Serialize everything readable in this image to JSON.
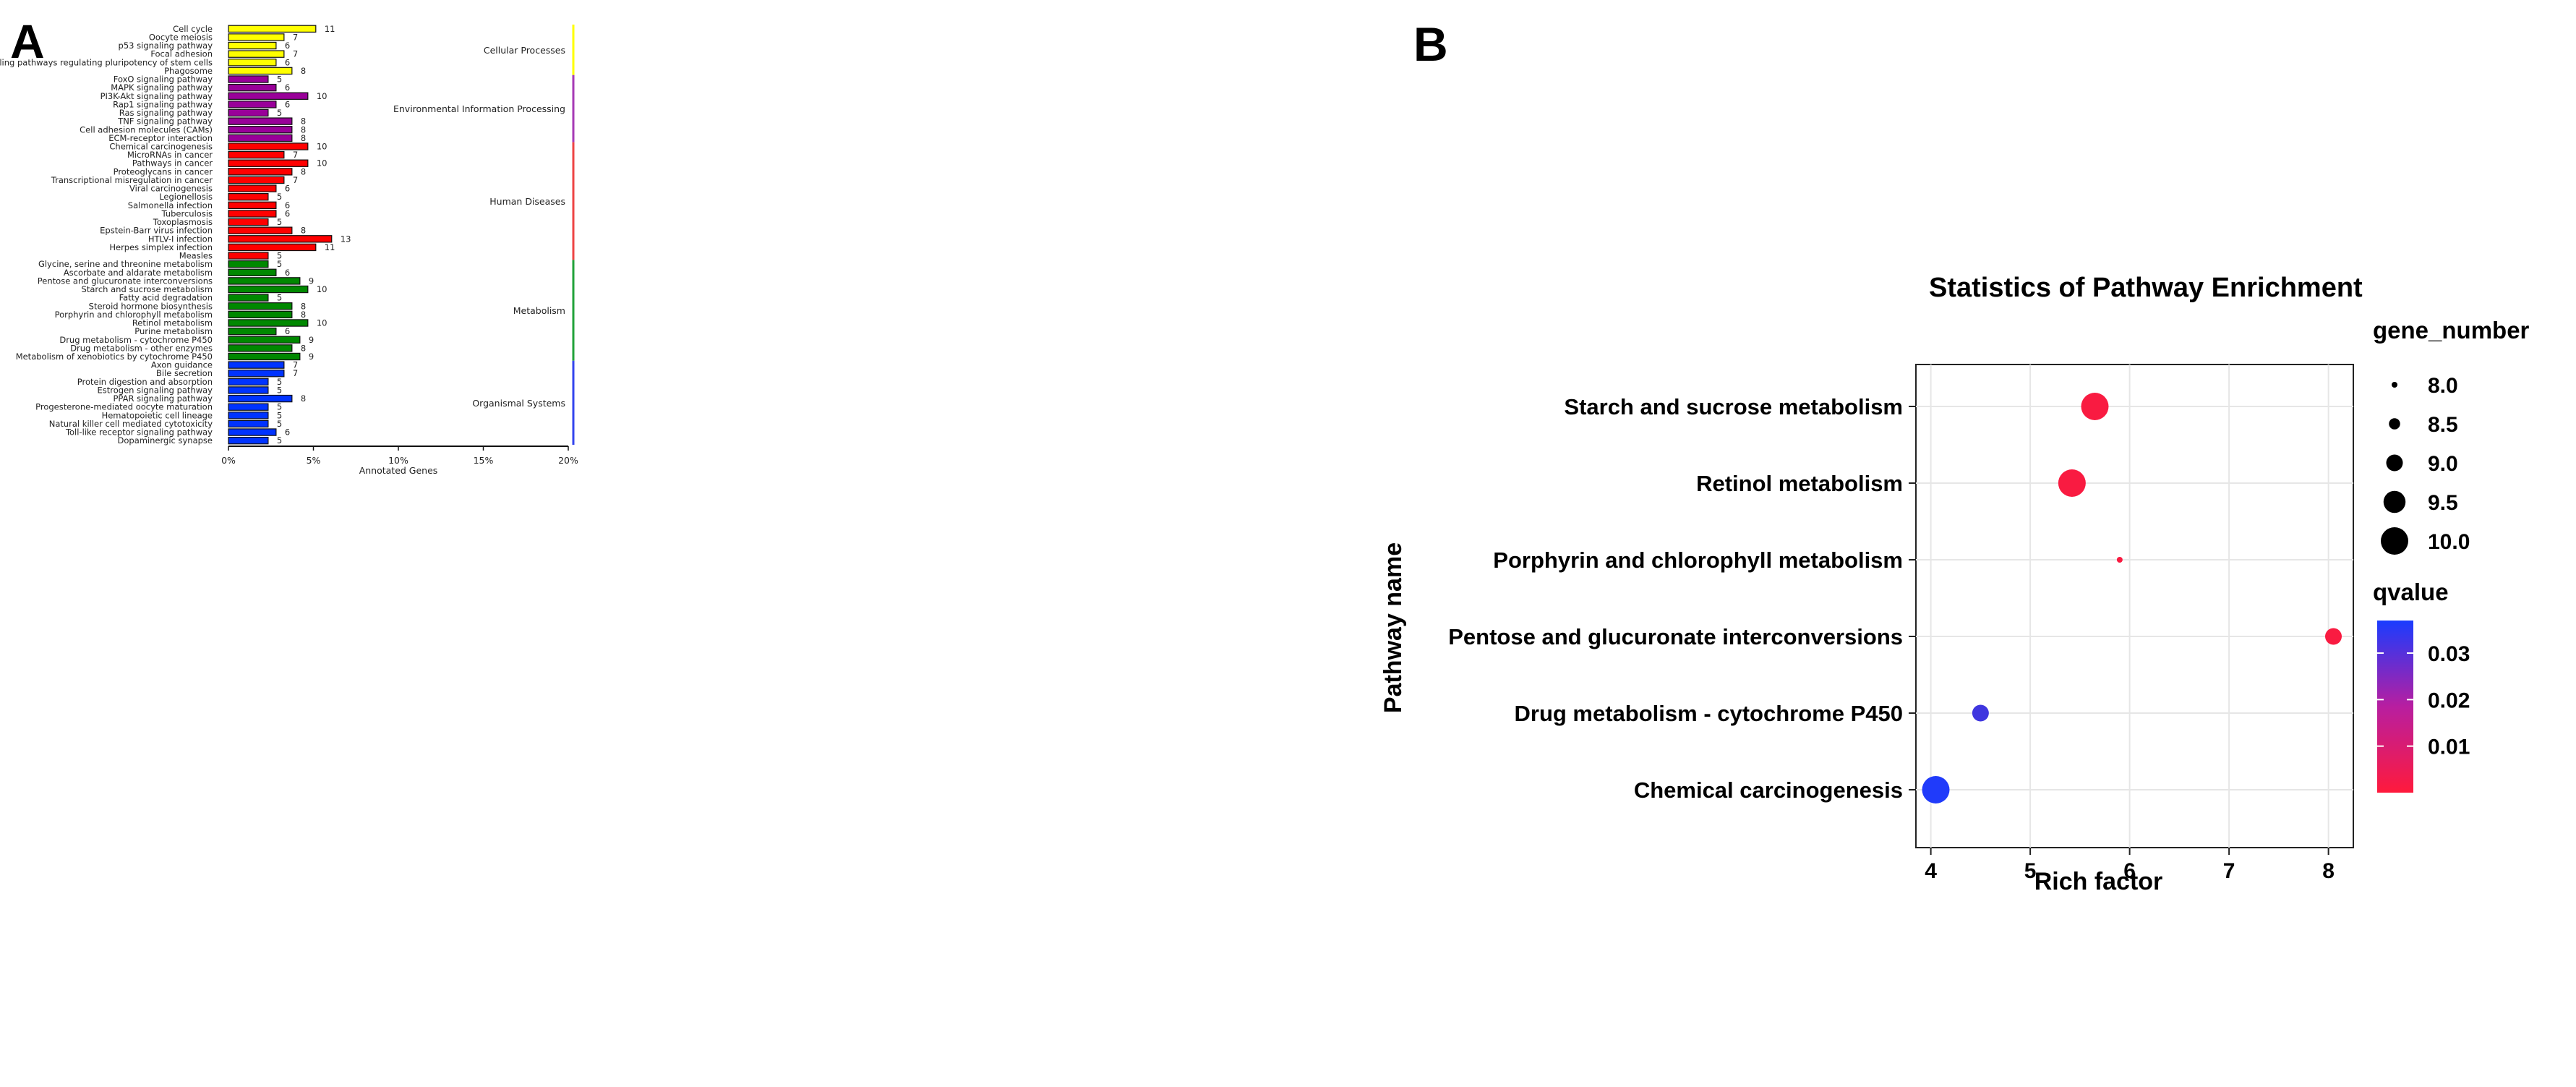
{
  "panels": {
    "a": "A",
    "b": "B"
  },
  "chart_data": [
    {
      "type": "bar",
      "orientation": "horizontal",
      "xlabel": "Annotated Genes",
      "xlim": [
        0,
        20
      ],
      "xticks": [
        "0%",
        "5%",
        "10%",
        "15%",
        "20%"
      ],
      "groups": [
        {
          "name": "Cellular Processes",
          "color": "#ffff00",
          "line_color": "#ffff00"
        },
        {
          "name": "Environmental Information Processing",
          "color": "#990099",
          "line_color": "#a63ab5"
        },
        {
          "name": "Human Diseases",
          "color": "#ff0000",
          "line_color": "#ee4444"
        },
        {
          "name": "Metabolism",
          "color": "#008800",
          "line_color": "#22a23a"
        },
        {
          "name": "Organismal Systems",
          "color": "#0033ff",
          "line_color": "#3344ee"
        }
      ],
      "bars": [
        {
          "label": "Cell cycle",
          "count": 11,
          "group": 0
        },
        {
          "label": "Oocyte meiosis",
          "count": 7,
          "group": 0
        },
        {
          "label": "p53 signaling pathway",
          "count": 6,
          "group": 0
        },
        {
          "label": "Focal adhesion",
          "count": 7,
          "group": 0
        },
        {
          "label": "Signaling pathways regulating pluripotency of stem cells",
          "count": 6,
          "group": 0
        },
        {
          "label": "Phagosome",
          "count": 8,
          "group": 0
        },
        {
          "label": "FoxO signaling pathway",
          "count": 5,
          "group": 1
        },
        {
          "label": "MAPK signaling pathway",
          "count": 6,
          "group": 1
        },
        {
          "label": "PI3K-Akt signaling pathway",
          "count": 10,
          "group": 1
        },
        {
          "label": "Rap1 signaling pathway",
          "count": 6,
          "group": 1
        },
        {
          "label": "Ras signaling pathway",
          "count": 5,
          "group": 1
        },
        {
          "label": "TNF signaling pathway",
          "count": 8,
          "group": 1
        },
        {
          "label": "Cell adhesion molecules (CAMs)",
          "count": 8,
          "group": 1
        },
        {
          "label": "ECM-receptor interaction",
          "count": 8,
          "group": 1
        },
        {
          "label": "Chemical carcinogenesis",
          "count": 10,
          "group": 2
        },
        {
          "label": "MicroRNAs in cancer",
          "count": 7,
          "group": 2
        },
        {
          "label": "Pathways in cancer",
          "count": 10,
          "group": 2
        },
        {
          "label": "Proteoglycans in cancer",
          "count": 8,
          "group": 2
        },
        {
          "label": "Transcriptional misregulation in cancer",
          "count": 7,
          "group": 2
        },
        {
          "label": "Viral carcinogenesis",
          "count": 6,
          "group": 2
        },
        {
          "label": "Legionellosis",
          "count": 5,
          "group": 2
        },
        {
          "label": "Salmonella infection",
          "count": 6,
          "group": 2
        },
        {
          "label": "Tuberculosis",
          "count": 6,
          "group": 2
        },
        {
          "label": "Toxoplasmosis",
          "count": 5,
          "group": 2
        },
        {
          "label": "Epstein-Barr virus infection",
          "count": 8,
          "group": 2
        },
        {
          "label": "HTLV-I infection",
          "count": 13,
          "group": 2
        },
        {
          "label": "Herpes simplex infection",
          "count": 11,
          "group": 2
        },
        {
          "label": "Measles",
          "count": 5,
          "group": 2
        },
        {
          "label": "Glycine, serine and threonine metabolism",
          "count": 5,
          "group": 3
        },
        {
          "label": "Ascorbate and aldarate metabolism",
          "count": 6,
          "group": 3
        },
        {
          "label": "Pentose and glucuronate interconversions",
          "count": 9,
          "group": 3
        },
        {
          "label": "Starch and sucrose metabolism",
          "count": 10,
          "group": 3
        },
        {
          "label": "Fatty acid degradation",
          "count": 5,
          "group": 3
        },
        {
          "label": "Steroid hormone biosynthesis",
          "count": 8,
          "group": 3
        },
        {
          "label": "Porphyrin and chlorophyll metabolism",
          "count": 8,
          "group": 3
        },
        {
          "label": "Retinol metabolism",
          "count": 10,
          "group": 3
        },
        {
          "label": "Purine metabolism",
          "count": 6,
          "group": 3
        },
        {
          "label": "Drug metabolism - cytochrome P450",
          "count": 9,
          "group": 3
        },
        {
          "label": "Drug metabolism - other enzymes",
          "count": 8,
          "group": 3
        },
        {
          "label": "Metabolism of xenobiotics by cytochrome P450",
          "count": 9,
          "group": 3
        },
        {
          "label": "Axon guidance",
          "count": 7,
          "group": 4
        },
        {
          "label": "Bile secretion",
          "count": 7,
          "group": 4
        },
        {
          "label": "Protein digestion and absorption",
          "count": 5,
          "group": 4
        },
        {
          "label": "Estrogen signaling pathway",
          "count": 5,
          "group": 4
        },
        {
          "label": "PPAR signaling pathway",
          "count": 8,
          "group": 4
        },
        {
          "label": "Progesterone-mediated oocyte maturation",
          "count": 5,
          "group": 4
        },
        {
          "label": "Hematopoietic cell lineage",
          "count": 5,
          "group": 4
        },
        {
          "label": "Natural killer cell mediated cytotoxicity",
          "count": 5,
          "group": 4
        },
        {
          "label": "Toll-like receptor signaling pathway",
          "count": 6,
          "group": 4
        },
        {
          "label": "Dopaminergic synapse",
          "count": 5,
          "group": 4
        }
      ]
    },
    {
      "type": "scatter",
      "title": "Statistics of Pathway Enrichment",
      "xlabel": "Rich factor",
      "ylabel": "Pathway name",
      "xlim": [
        3.85,
        8.25
      ],
      "xticks": [
        "4",
        "5",
        "6",
        "7",
        "8"
      ],
      "grid": true,
      "points": [
        {
          "pathway": "Starch and sucrose metabolism",
          "x": 5.65,
          "gene_number": 10,
          "qvalue": 0.001
        },
        {
          "pathway": "Retinol metabolism",
          "x": 5.42,
          "gene_number": 10,
          "qvalue": 0.001
        },
        {
          "pathway": "Porphyrin and chlorophyll metabolism",
          "x": 5.9,
          "gene_number": 8,
          "qvalue": 0.001
        },
        {
          "pathway": "Pentose and glucuronate interconversions",
          "x": 8.05,
          "gene_number": 9,
          "qvalue": 0.001
        },
        {
          "pathway": "Drug metabolism - cytochrome P450",
          "x": 4.5,
          "gene_number": 9,
          "qvalue": 0.031
        },
        {
          "pathway": "Chemical carcinogenesis",
          "x": 4.05,
          "gene_number": 10,
          "qvalue": 0.036
        }
      ],
      "size_legend": {
        "title": "gene_number",
        "labels": [
          "8.0",
          "8.5",
          "9.0",
          "9.5",
          "10.0"
        ],
        "values": [
          8.0,
          8.5,
          9.0,
          9.5,
          10.0
        ]
      },
      "color_legend": {
        "title": "qvalue",
        "labels": [
          "0.03",
          "0.02",
          "0.01"
        ],
        "values": [
          0.03,
          0.02,
          0.01
        ],
        "range": [
          0.0,
          0.037
        ],
        "low_color": "#ff1a3c",
        "high_color": "#1a3cff"
      }
    }
  ]
}
